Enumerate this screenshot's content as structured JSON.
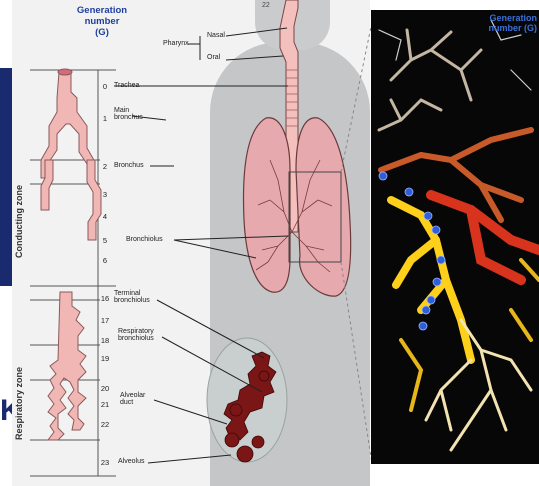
{
  "left_panel": {
    "generation_header": [
      "Generation",
      "number",
      "(G)"
    ],
    "conducting_zone_label": "Conducting zone",
    "respiratory_zone_label": "Respiratory zone",
    "generation_numbers": [
      "0",
      "1",
      "2",
      "3",
      "4",
      "5",
      "6",
      "16",
      "17",
      "18",
      "19",
      "20",
      "21",
      "22",
      "23"
    ],
    "structures": [
      {
        "lines": [
          "Trachea"
        ]
      },
      {
        "lines": [
          "Main",
          "bronchus"
        ]
      },
      {
        "lines": [
          "Bronchus"
        ]
      },
      {
        "lines": [
          "Bronchiolus"
        ]
      },
      {
        "lines": [
          "Terminal",
          "bronchiolus"
        ]
      },
      {
        "lines": [
          "Respiratory",
          "bronchiolus"
        ]
      },
      {
        "lines": [
          "Alveolar",
          "duct"
        ]
      },
      {
        "lines": [
          "Alveolus"
        ]
      }
    ]
  },
  "anatomy": {
    "pharynx_label": "Pharynx",
    "nasal_label": "Nasal",
    "oral_label": "Oral",
    "top_number": "22"
  },
  "photo_panel": {
    "title": [
      "Generation",
      "number (G)"
    ]
  },
  "colors": {
    "header_blue": "#1f3f9e",
    "airway_pink": "#f1b7b5",
    "airway_outline": "#6b3a3a",
    "alveoli_red": "#7a1616"
  },
  "side_mark": "K"
}
